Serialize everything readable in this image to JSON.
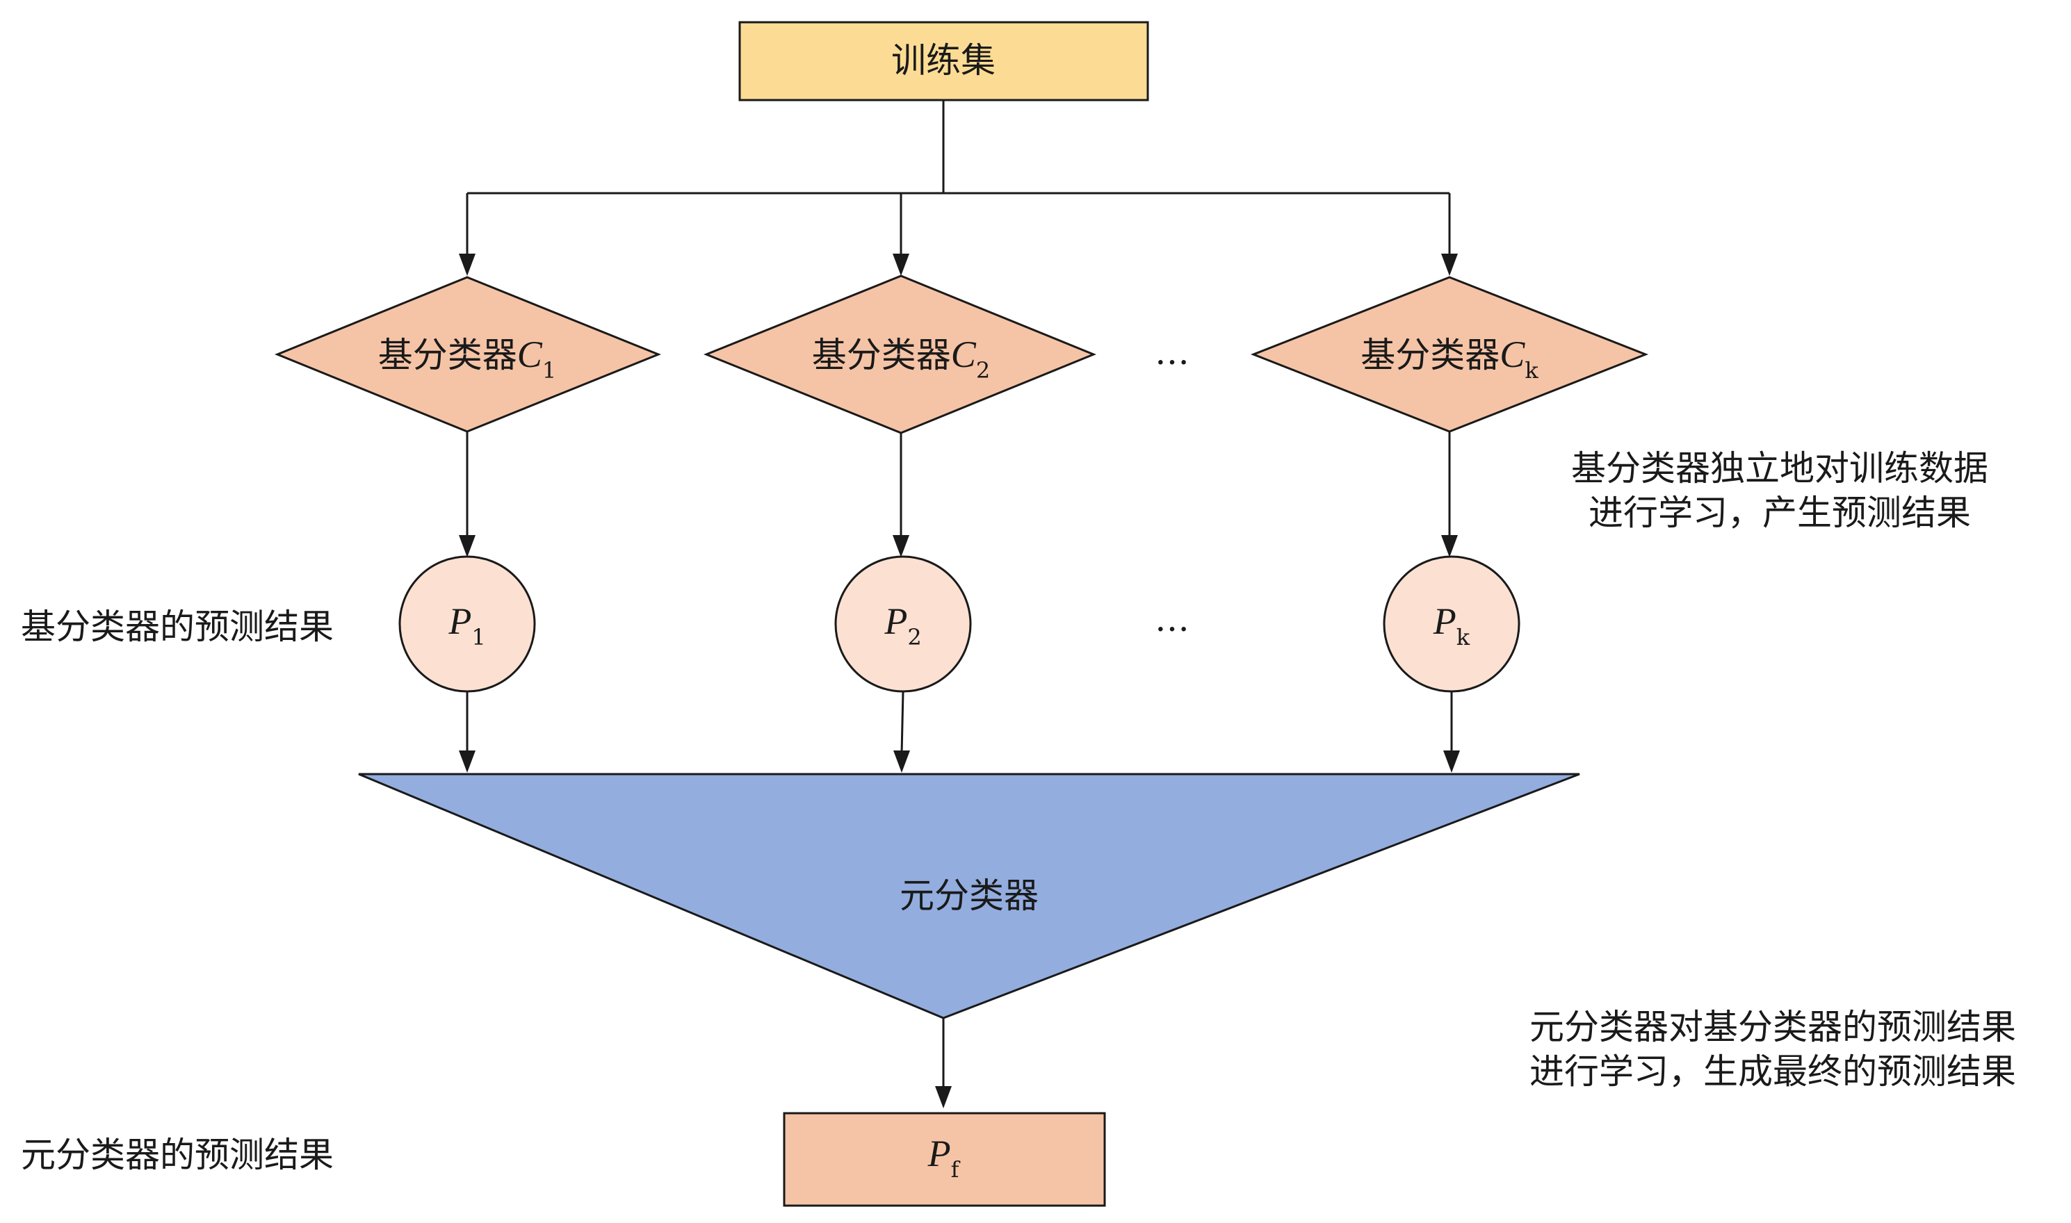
{
  "training_set": {
    "label": "训练集"
  },
  "base_classifiers": [
    {
      "label": "基分类器",
      "symbol": "C",
      "subscript": "1"
    },
    {
      "label": "基分类器",
      "symbol": "C",
      "subscript": "2"
    },
    {
      "label": "基分类器",
      "symbol": "C",
      "subscript": "k"
    }
  ],
  "predictions": [
    {
      "symbol": "P",
      "subscript": "1"
    },
    {
      "symbol": "P",
      "subscript": "2"
    },
    {
      "symbol": "P",
      "subscript": "k"
    }
  ],
  "ellipsis": "…",
  "meta_classifier": {
    "label": "元分类器"
  },
  "final_prediction": {
    "symbol": "P",
    "subscript": "f"
  },
  "annotations": {
    "base_learning": [
      "基分类器独立地对训练数据",
      "进行学习，产生预测结果"
    ],
    "base_predictions": "基分类器的预测结果",
    "meta_learning": [
      "元分类器对基分类器的预测结果",
      "进行学习，生成最终的预测结果"
    ],
    "meta_predictions": "元分类器的预测结果"
  },
  "colors": {
    "training_fill": "#fcdc94",
    "diamond_fill": "#f5c4a6",
    "circle_fill": "#fce1d3",
    "triangle_fill": "#93addf",
    "final_fill": "#f5c4a6",
    "stroke": "#1a1a1a"
  }
}
